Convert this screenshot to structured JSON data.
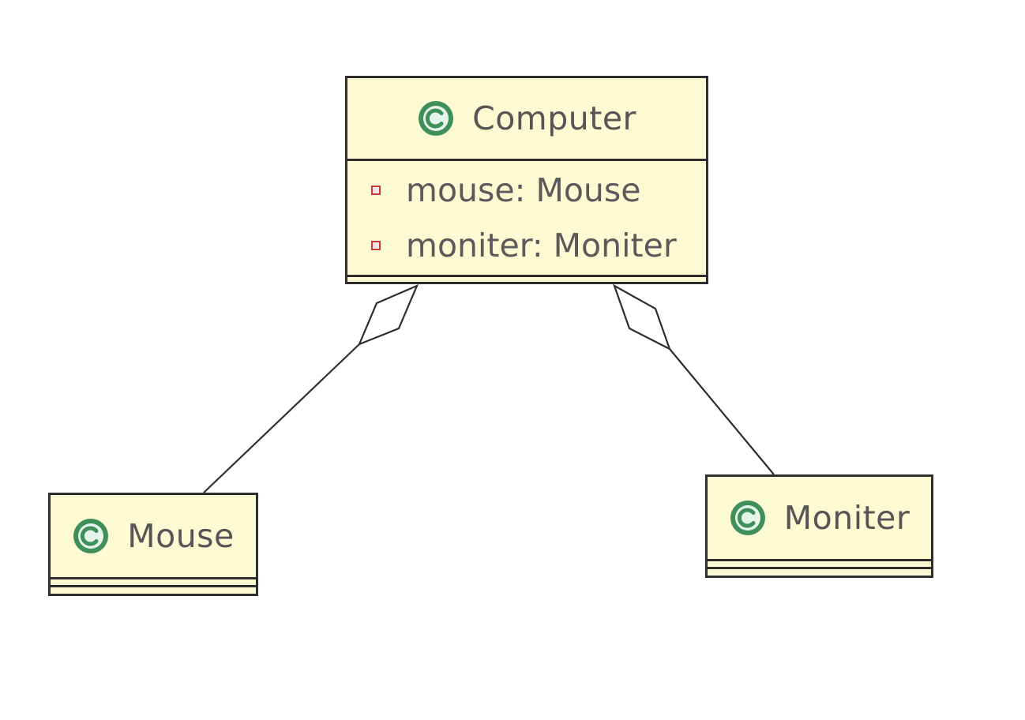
{
  "diagram": {
    "type": "uml-class-diagram",
    "colors": {
      "class_fill": "#fbfad3",
      "class_border": "#2e2e2e",
      "class_icon": "#3f8f5a",
      "field_icon": "#cc3a3a",
      "text": "#555555"
    },
    "classes": {
      "computer": {
        "name": "Computer",
        "icon": "class-c-icon",
        "attributes": [
          {
            "text": "mouse: Mouse",
            "icon": "private-field-icon"
          },
          {
            "text": "moniter: Moniter",
            "icon": "private-field-icon"
          }
        ]
      },
      "mouse": {
        "name": "Mouse",
        "icon": "class-c-icon",
        "attributes": []
      },
      "moniter": {
        "name": "Moniter",
        "icon": "class-c-icon",
        "attributes": []
      }
    },
    "relations": [
      {
        "type": "aggregation",
        "whole": "Computer",
        "part": "Mouse"
      },
      {
        "type": "aggregation",
        "whole": "Computer",
        "part": "Moniter"
      }
    ]
  }
}
